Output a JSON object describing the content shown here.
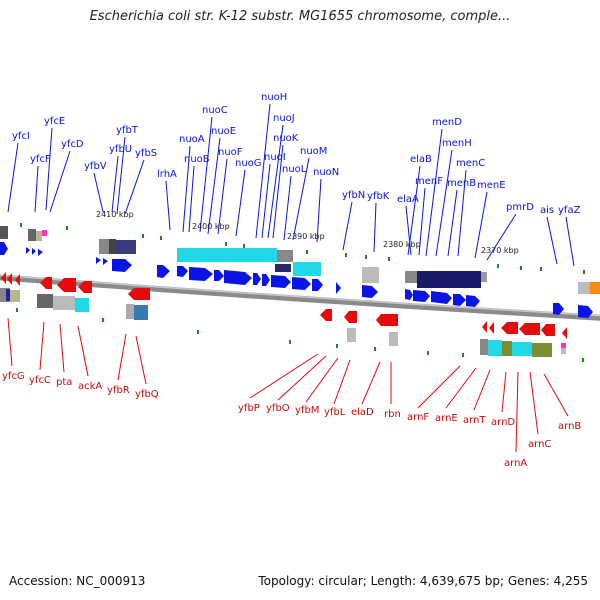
{
  "title": "Escherichia coli str. K-12 substr. MG1655 chromosome, comple...",
  "footer": {
    "accession": "Accession: NC_000913",
    "summary": "Topology: circular; Length: 4,639,675 bp; Genes: 4,255"
  },
  "colors": {
    "forward": "#0a14e6",
    "reverse": "#e60a0a",
    "backbone": "#8c8c8c",
    "tick": "#1a8c1a"
  },
  "scale_labels": [
    "2410 kbp",
    "2400 kbp",
    "2390 kbp",
    "2380 kbp",
    "2370 kbp"
  ],
  "forward_genes": [
    "yfcI",
    "yfcE",
    "yfcF",
    "yfcD",
    "yfbT",
    "yfbV",
    "yfbU",
    "yfbS",
    "lrhA",
    "nuoA",
    "nuoB",
    "nuoC",
    "nuoE",
    "nuoF",
    "nuoG",
    "nuoH",
    "nuoI",
    "nuoJ",
    "nuoK",
    "nuoL",
    "nuoM",
    "nuoN",
    "yfbN",
    "yfbK",
    "elaB",
    "elaA",
    "menF",
    "menD",
    "menH",
    "menB",
    "menC",
    "menE",
    "pmrD",
    "ais",
    "yfaZ"
  ],
  "reverse_genes": [
    "yfcG",
    "yfcC",
    "pta",
    "ackA",
    "yfbR",
    "yfbQ",
    "yfbP",
    "yfbO",
    "yfbM",
    "yfbL",
    "elaD",
    "rbn",
    "arnF",
    "arnE",
    "arnT",
    "arnD",
    "arnA",
    "arnC",
    "arnB"
  ]
}
